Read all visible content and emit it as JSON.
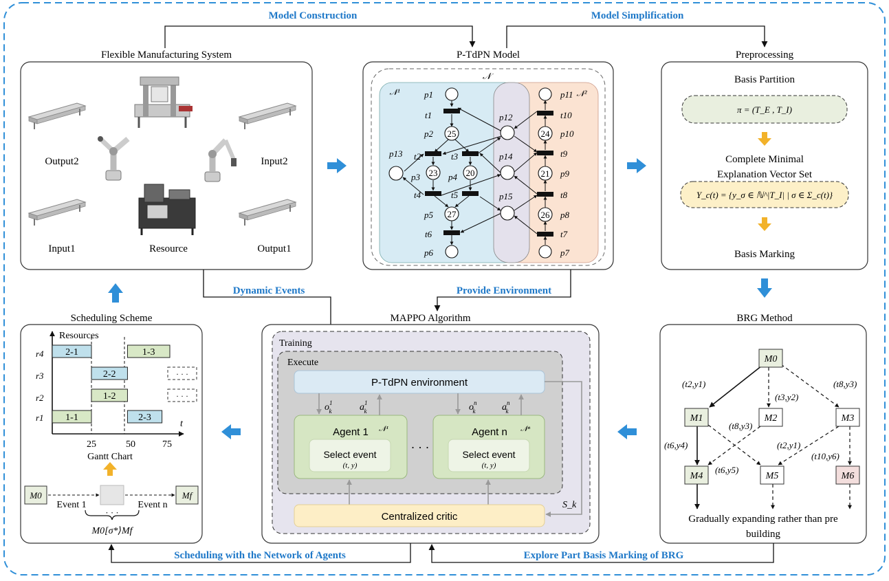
{
  "flow_labels": {
    "model_construction": "Model Construction",
    "model_simplification": "Model Simplification",
    "dynamic_events": "Dynamic Events",
    "provide_environment": "Provide Environment",
    "scheduling_network": "Scheduling with the Network of Agents",
    "explore_brg": "Explore Part Basis Marking of BRG"
  },
  "fms": {
    "title": "Flexible Manufacturing System",
    "labels": [
      "Output2",
      "Input2",
      "Input1",
      "Resource",
      "Output1"
    ]
  },
  "ptdpn": {
    "title": "P-TdPN Model",
    "net_label": "𝒩",
    "sub1": "𝒩¹",
    "sub2": "𝒩²",
    "places_left": [
      "p1",
      "p2",
      "p3",
      "p4",
      "p5",
      "p6",
      "p13"
    ],
    "places_mid": [
      "p12",
      "p14",
      "p15"
    ],
    "places_right": [
      "p11",
      "p10",
      "p9",
      "p8",
      "p7"
    ],
    "transitions": [
      "t1",
      "t2",
      "t3",
      "t4",
      "t5",
      "t6",
      "t7",
      "t8",
      "t9",
      "t10"
    ],
    "times": [
      "25",
      "23",
      "20",
      "27",
      "24",
      "21",
      "26"
    ]
  },
  "preprocessing": {
    "title": "Preprocessing",
    "basis_partition": "Basis Partition",
    "pi_formula": "π = (T_E , T_I)",
    "cmev_line1": "Complete Minimal",
    "cmev_line2": "Explanation Vector Set",
    "y_formula": "Y_c(t) = {y_σ ∈ ℕ^|T_I| | σ ∈ Σ_c(t)}",
    "basis_marking": "Basis Marking"
  },
  "mappo": {
    "title": "MAPPO Algorithm",
    "training": "Training",
    "execute": "Execute",
    "env": "P-TdPN environment",
    "agent1": "Agent 1",
    "agent1_net": "𝒩¹",
    "agentn": "Agent n",
    "agentn_net": "𝒩ⁿ",
    "select_event": "Select event",
    "action_pair": "(t, y)",
    "ellipsis": "· · ·",
    "obs1": "o",
    "act1": "a",
    "critic": "Centralized critic",
    "state": "S_k"
  },
  "brg": {
    "title": "BRG Method",
    "nodes": [
      "M0",
      "M1",
      "M2",
      "M3",
      "M4",
      "M5",
      "M6"
    ],
    "edge_labels": [
      "(t2,y1)",
      "(t3,y2)",
      "(t8,y3)",
      "(t6,y4)",
      "(t8,y3)",
      "(t2,y1)",
      "(t6,y5)",
      "(t10,y6)"
    ],
    "caption_line1": "Gradually expanding rather than pre",
    "caption_line2": "building"
  },
  "schedule": {
    "title": "Scheduling Scheme",
    "axis_label": "Resources",
    "time_label": "t",
    "rows": [
      "r4",
      "r3",
      "r2",
      "r1"
    ],
    "tasks": [
      {
        "label": "2-1",
        "resource": "r4",
        "start": 0,
        "end": 25,
        "color": "#bfe0ec"
      },
      {
        "label": "1-3",
        "resource": "r4",
        "start": 48,
        "end": 75,
        "color": "#d8e8c6"
      },
      {
        "label": "2-2",
        "resource": "r3",
        "start": 25,
        "end": 48,
        "color": "#bfe0ec"
      },
      {
        "label": "1-2",
        "resource": "r2",
        "start": 25,
        "end": 48,
        "color": "#d8e8c6"
      },
      {
        "label": "1-1",
        "resource": "r1",
        "start": 0,
        "end": 25,
        "color": "#d8e8c6"
      },
      {
        "label": "2-3",
        "resource": "r1",
        "start": 48,
        "end": 70,
        "color": "#bfe0ec"
      }
    ],
    "ticks": [
      "25",
      "50",
      "75"
    ],
    "gantt_caption": "Gantt Chart",
    "m0": "M0",
    "mf": "Mf",
    "event1": "Event 1",
    "eventn": "Event n",
    "dots": "· · ·",
    "sequence": "M0[σ*⟩Mf"
  }
}
